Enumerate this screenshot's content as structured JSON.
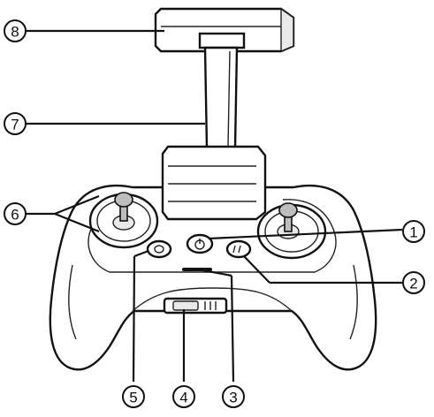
{
  "callouts": [
    {
      "number": "1",
      "target": "power-button"
    },
    {
      "number": "2",
      "target": "function-button"
    },
    {
      "number": "3",
      "target": "status-led"
    },
    {
      "number": "4",
      "target": "usb-port"
    },
    {
      "number": "5",
      "target": "return-home-button"
    },
    {
      "number": "6",
      "target": "control-sticks"
    },
    {
      "number": "7",
      "target": "phone-clamp-arm"
    },
    {
      "number": "8",
      "target": "phone-holder-top"
    }
  ],
  "colors": {
    "line": "#111111",
    "fill": "#ffffff",
    "shade": "#e9e9e9"
  }
}
